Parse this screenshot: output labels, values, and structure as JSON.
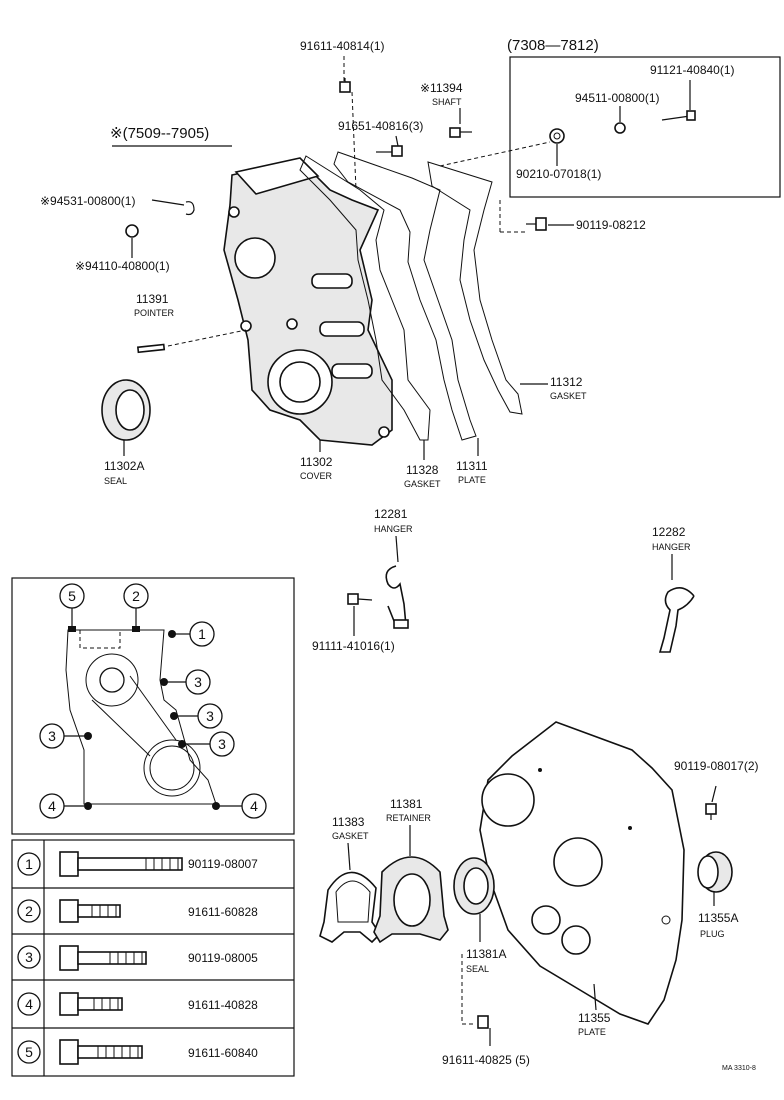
{
  "labels": {
    "p91611_40814": "91611-40814(1)",
    "range_7308": "(7308—7812)",
    "p11394": "※11394",
    "p11394_sub": "SHAFT",
    "range_7509": "※(7509--7905)",
    "p91651": "91651-40816(3)",
    "p91121": "91121-40840(1)",
    "p94511": "94511-00800(1)",
    "p90210": "90210-07018(1)",
    "p94531": "※94531-00800(1)",
    "p94110": "※94110-40800(1)",
    "p90119_08212": "90119-08212",
    "p11391": "11391",
    "p11391_sub": "POINTER",
    "p11312": "11312",
    "p11312_sub": "GASKET",
    "p11302A": "11302A",
    "p11302A_sub": "SEAL",
    "p11302": "11302",
    "p11302_sub": "COVER",
    "p11328": "11328",
    "p11328_sub": "GASKET",
    "p11311": "11311",
    "p11311_sub": "PLATE",
    "p12281": "12281",
    "p12281_sub": "HANGER",
    "p12282": "12282",
    "p12282_sub": "HANGER",
    "p91111": "91111-41016(1)",
    "p11381": "11381",
    "p11381_sub": "RETAINER",
    "p11383": "11383",
    "p11383_sub": "GASKET",
    "p90119_08017": "90119-08017(2)",
    "p11355A": "11355A",
    "p11355A_sub": "PLUG",
    "p11381A": "11381A",
    "p11381A_sub": "SEAL",
    "p11355": "11355",
    "p11355_sub": "PLATE",
    "p91611_40825": "91611-40825 (5)",
    "ref": "MA 3310-8"
  },
  "inset": {
    "callouts": [
      "5",
      "2",
      "1",
      "3",
      "3",
      "3",
      "3",
      "4",
      "4"
    ]
  },
  "bolt_table": [
    {
      "num": "1",
      "part": "90119-08007"
    },
    {
      "num": "2",
      "part": "91611-60828"
    },
    {
      "num": "3",
      "part": "90119-08005"
    },
    {
      "num": "4",
      "part": "91611-40828"
    },
    {
      "num": "5",
      "part": "91611-60840"
    }
  ]
}
